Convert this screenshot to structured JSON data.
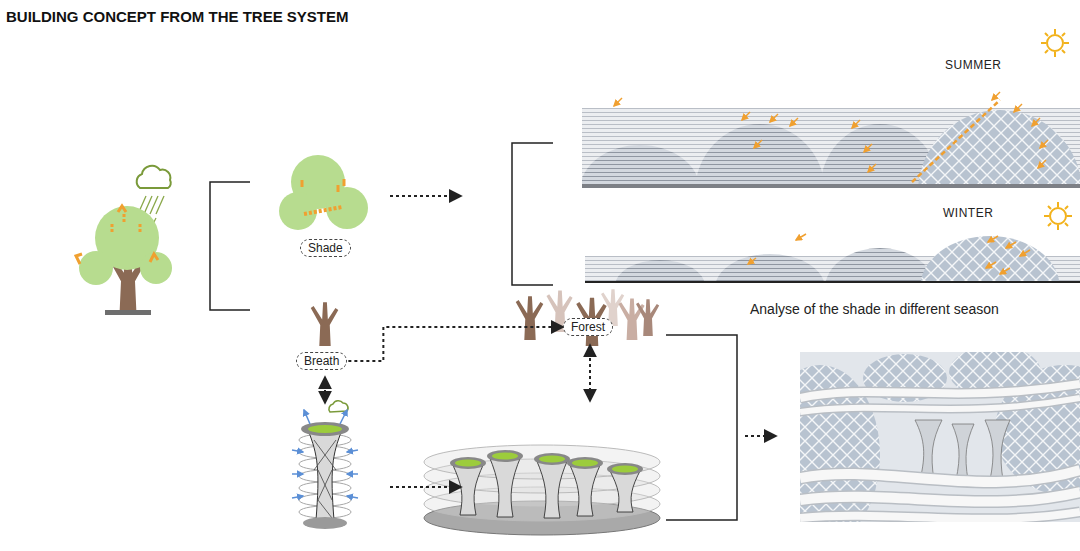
{
  "diagram": {
    "title": "BUILDING CONCEPT FROM THE TREE SYSTEM",
    "nodes": [
      {
        "text": [
          "Shade"
        ]
      },
      {
        "text": [
          "Breath"
        ]
      },
      {
        "text": [
          "Forest"
        ]
      }
    ],
    "edges": [
      {
        "from": 1,
        "to": 2,
        "arrow": "to"
      }
    ],
    "labels": [
      "SUMMER",
      "WINTER",
      "Analyse of the shade in different season"
    ]
  }
}
